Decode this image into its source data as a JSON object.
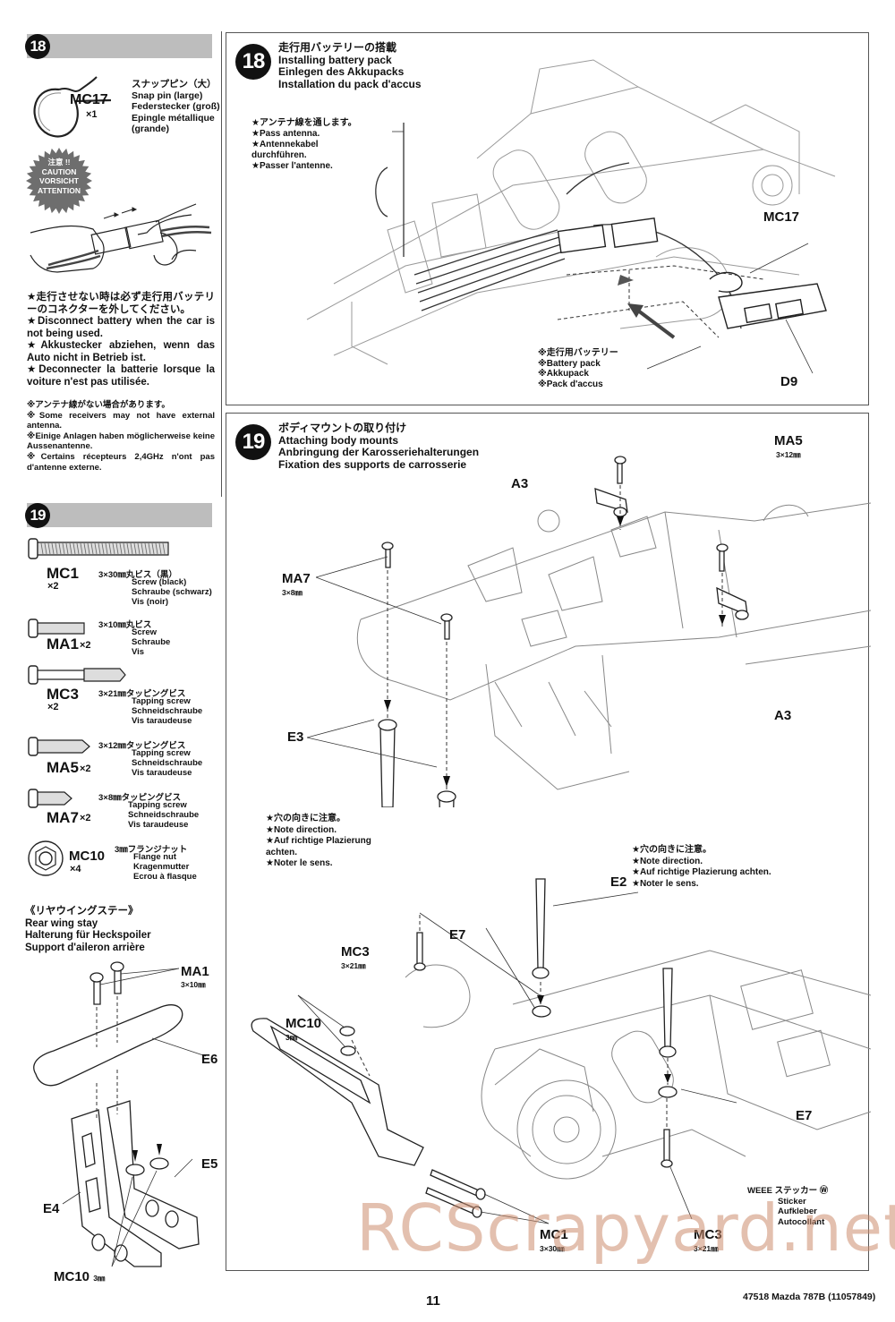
{
  "left_column": {
    "step18": {
      "number": "18",
      "part": {
        "code": "MC17",
        "qty": "×1",
        "names": [
          "スナップピン（大）",
          "Snap pin (large)",
          "Federstecker (groß)",
          "Epingle métallique",
          "(grande)"
        ]
      },
      "caution_badge": [
        "注意 !!",
        "CAUTION",
        "VORSICHT",
        "ATTENTION"
      ],
      "caution_text": [
        "★走行させない時は必ず走行用バッテリーのコネクターを外してください。",
        "★Disconnect battery when the car is not being used.",
        "★Akkustecker abziehen, wenn das Auto nicht in Betrieb ist.",
        "★Deconnecter la batterie lorsque la voiture n'est pas utilisée."
      ],
      "antenna_note": [
        "※アンテナ線がない場合があります。",
        "※Some receivers may not have external antenna.",
        "※Einige Anlagen haben möglicherweise keine Aussenantenne.",
        "※Certains récepteurs 2,4GHz n'ont pas d'antenne externe."
      ]
    },
    "step19": {
      "number": "19",
      "parts": [
        {
          "code": "MC1",
          "qty": "×2",
          "spec": "3×30㎜丸ビス（黒）",
          "names": [
            "Screw (black)",
            "Schraube (schwarz)",
            "Vis (noir)"
          ]
        },
        {
          "code": "MA1",
          "qty": "×2",
          "spec": "3×10㎜丸ビス",
          "names": [
            "Screw",
            "Schraube",
            "Vis"
          ]
        },
        {
          "code": "MC3",
          "qty": "×2",
          "spec": "3×21㎜タッピングビス",
          "names": [
            "Tapping screw",
            "Schneidschraube",
            "Vis taraudeuse"
          ]
        },
        {
          "code": "MA5",
          "qty": "×2",
          "spec": "3×12㎜タッピングビス",
          "names": [
            "Tapping screw",
            "Schneidschraube",
            "Vis taraudeuse"
          ]
        },
        {
          "code": "MA7",
          "qty": "×2",
          "spec": "3×8㎜タッピングビス",
          "names": [
            "Tapping screw",
            "Schneidschraube",
            "Vis taraudeuse"
          ]
        },
        {
          "code": "MC10",
          "qty": "×4",
          "spec": "3㎜フランジナット",
          "names": [
            "Flange nut",
            "Kragenmutter",
            "Ecrou à flasque"
          ]
        }
      ],
      "rear_wing_title": [
        "《リヤウイングステー》",
        "Rear wing stay",
        "Halterung für Heckspoiler",
        "Support d'aileron arrière"
      ],
      "rear_wing_labels": {
        "ma1": "MA1",
        "ma1_size": "3×10㎜",
        "e6": "E6",
        "e5": "E5",
        "e4": "E4",
        "mc10": "MC10",
        "mc10_size": "3㎜"
      }
    }
  },
  "panel18": {
    "number": "18",
    "title": [
      "走行用バッテリーの搭載",
      "Installing battery pack",
      "Einlegen des Akkupacks",
      "Installation du pack d'accus"
    ],
    "antenna_note": [
      "★アンテナ線を通します。",
      "★Pass antenna.",
      "★Antennekabel",
      "durchführen.",
      "★Passer l'antenne."
    ],
    "battery_note": [
      "※走行用バッテリー",
      "※Battery pack",
      "※Akkupack",
      "※Pack d'accus"
    ],
    "labels": {
      "mc17": "MC17",
      "d9": "D9"
    }
  },
  "panel19": {
    "number": "19",
    "title": [
      "ボディマウントの取り付け",
      "Attaching body mounts",
      "Anbringung der Karosseriehalterungen",
      "Fixation des supports de carrosserie"
    ],
    "labels": {
      "a3_top": "A3",
      "a3_bottom": "A3",
      "ma5": "MA5",
      "ma5_size": "3×12㎜",
      "ma7": "MA7",
      "ma7_size": "3×8㎜",
      "e3": "E3",
      "e2": "E2",
      "e7_top": "E7",
      "e7_right": "E7",
      "mc3_top": "MC3",
      "mc3_top_size": "3×21㎜",
      "mc10": "MC10",
      "mc10_size": "3㎜",
      "mc1": "MC1",
      "mc1_size": "3×30㎜",
      "mc3_bottom": "MC3",
      "mc3_bottom_size": "3×21㎜"
    },
    "direction_note_left": [
      "★穴の向きに注意。",
      "★Note direction.",
      "★Auf richtige Plazierung",
      "achten.",
      "★Noter le sens."
    ],
    "direction_note_right": [
      "★穴の向きに注意。",
      "★Note direction.",
      "★Auf richtige Plazierung achten.",
      "★Noter le sens."
    ],
    "sticker_note": [
      "WEEE ステッカー Ⓦ",
      "Sticker",
      "Aufkleber",
      "Autocollant"
    ]
  },
  "footer": {
    "page_number": "11",
    "product": "47518 Mazda 787B (11057849)"
  },
  "watermark": "RCScrapyard.net"
}
